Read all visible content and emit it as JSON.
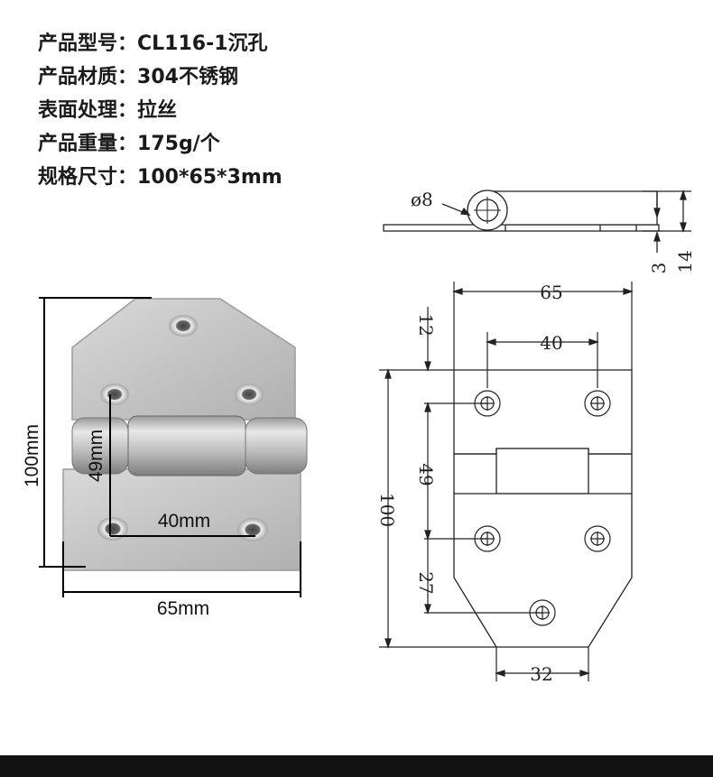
{
  "specs": [
    {
      "label": "产品型号：",
      "value": "CL116-1沉孔"
    },
    {
      "label": "产品材质：",
      "value": "304不锈钢"
    },
    {
      "label": "表面处理：",
      "value": "拉丝"
    },
    {
      "label": "产品重量：",
      "value": "175g/个"
    },
    {
      "label": "规格尺寸：",
      "value": "100*65*3mm"
    }
  ],
  "photo_dims": {
    "height": "100mm",
    "width": "65mm",
    "hole_spacing_x": "40mm",
    "hole_spacing_y": "49mm"
  },
  "drawing_dims": {
    "pin_diameter": "ø8",
    "plate_thickness": "3",
    "knuckle_height": "14",
    "width": "65",
    "hole_spacing_x": "40",
    "top_offset": "12",
    "height": "100",
    "hole_spacing_y": "49",
    "bottom_offset": "27",
    "bottom_width": "32"
  }
}
